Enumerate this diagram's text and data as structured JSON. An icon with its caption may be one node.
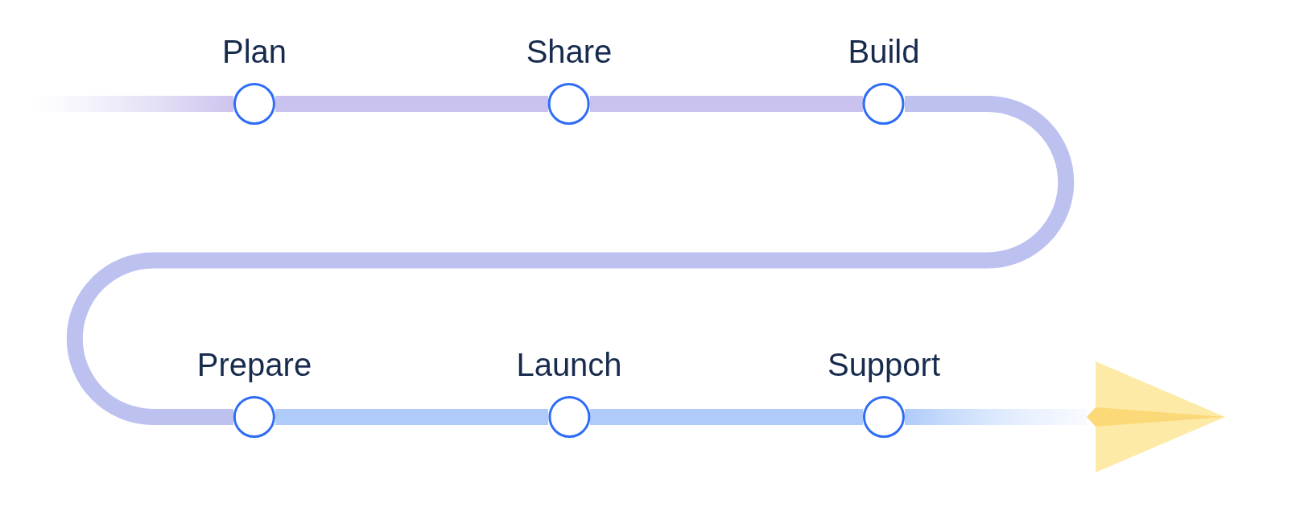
{
  "diagram": {
    "nodes": [
      {
        "text": [
          "Plan"
        ]
      },
      {
        "text": [
          "Share"
        ]
      },
      {
        "text": [
          "Build"
        ]
      },
      {
        "text": [
          "Prepare"
        ]
      },
      {
        "text": [
          "Launch"
        ]
      },
      {
        "text": [
          "Support"
        ]
      },
      {
        "text": [],
        "shape": "picture"
      }
    ],
    "edges": [
      {
        "from": null,
        "to": 0,
        "arrow": "none"
      },
      {
        "from": 0,
        "to": 1,
        "arrow": "none"
      },
      {
        "from": 1,
        "to": 2,
        "arrow": "none"
      },
      {
        "from": 2,
        "to": 3,
        "arrow": "none"
      },
      {
        "from": 3,
        "to": 4,
        "arrow": "none"
      },
      {
        "from": 4,
        "to": 5,
        "arrow": "none"
      },
      {
        "from": 5,
        "to": 6,
        "arrow": "none"
      }
    ]
  }
}
